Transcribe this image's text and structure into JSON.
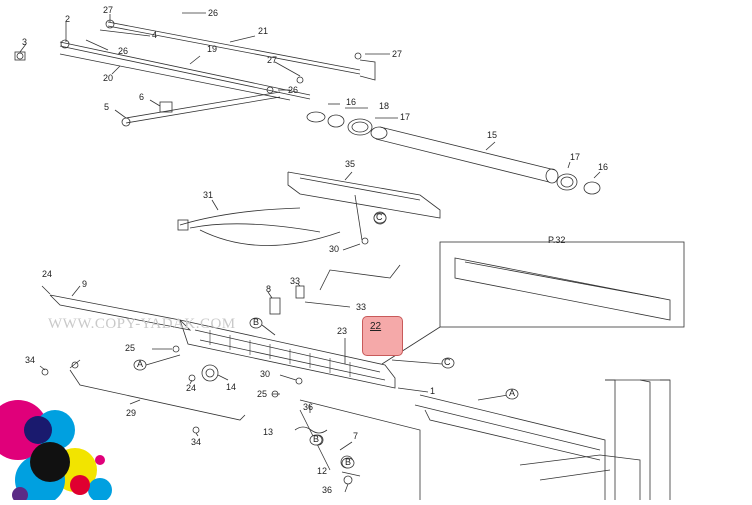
{
  "callouts": {
    "c2": "2",
    "c27a": "27",
    "c26a": "26",
    "c3": "3",
    "c4": "4",
    "c21": "21",
    "c26b": "26",
    "c19": "19",
    "c27b": "27",
    "c20": "20",
    "c27c": "27",
    "c26c": "26",
    "c5": "5",
    "c6": "6",
    "c16a": "16",
    "c18": "18",
    "c17a": "17",
    "c15": "15",
    "c17b": "17",
    "c16b": "16",
    "c35": "35",
    "c31": "31",
    "c30a": "30",
    "c24a": "24",
    "c9": "9",
    "c8": "8",
    "c33a": "33",
    "c33b": "33",
    "c23": "23",
    "c22": "22",
    "c34a": "34",
    "c25a": "25",
    "c14": "14",
    "c24b": "24",
    "c30b": "30",
    "c1": "1",
    "c25b": "25",
    "c29": "29",
    "c36a": "36",
    "c13": "13",
    "c7": "7",
    "c34b": "34",
    "c12": "12",
    "c36b": "36"
  },
  "markers": {
    "A": "A",
    "B": "B",
    "C": "C"
  },
  "inset": {
    "title": "P.32"
  },
  "watermark": "WWW.COPY-YADAK.COM",
  "colors": {
    "highlight": "#f5a9a9",
    "highlight_border": "#c85a5a",
    "line": "#333333"
  }
}
